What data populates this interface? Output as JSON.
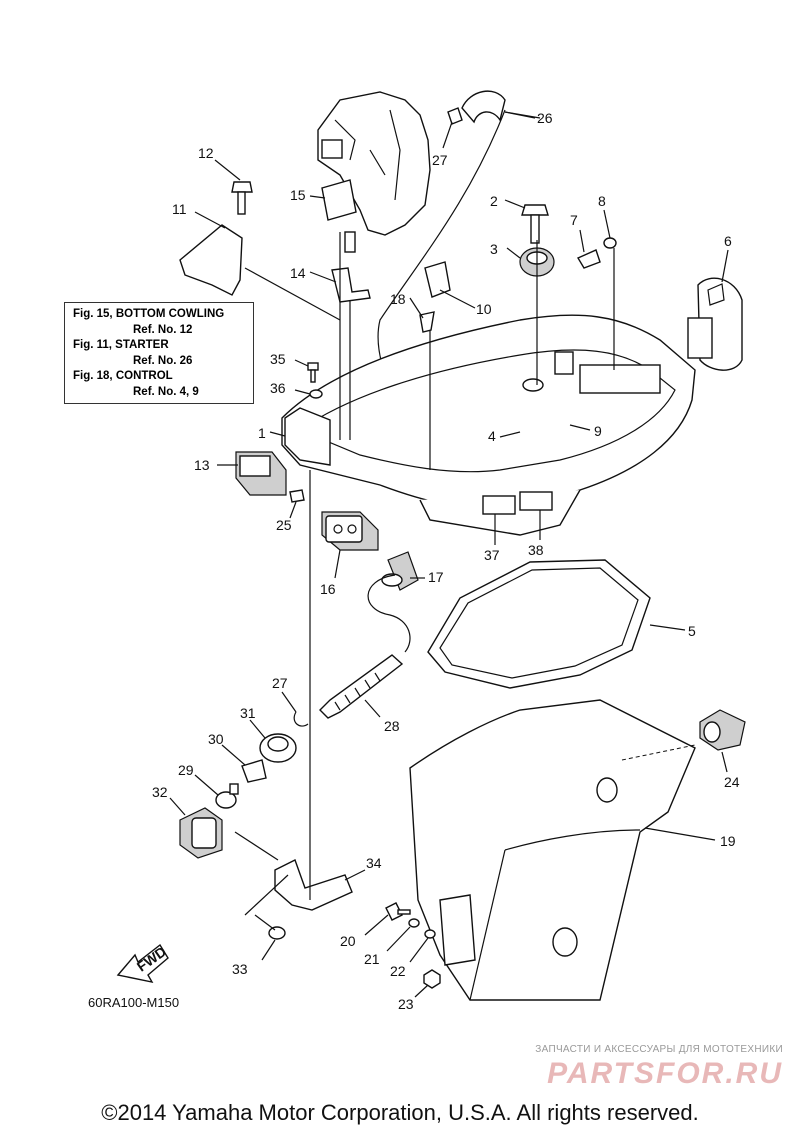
{
  "reference_box": {
    "lines": [
      {
        "title": "Fig. 15, BOTTOM COWLING",
        "ref": "Ref. No. 12"
      },
      {
        "title": "Fig. 11, STARTER",
        "ref": "Ref. No. 26"
      },
      {
        "title": "Fig. 18, CONTROL",
        "ref": "Ref. No. 4, 9"
      }
    ]
  },
  "callouts": {
    "c1": "1",
    "c2": "2",
    "c3": "3",
    "c4": "4",
    "c5": "5",
    "c6": "6",
    "c7": "7",
    "c8": "8",
    "c9": "9",
    "c10": "10",
    "c11": "11",
    "c12": "12",
    "c13": "13",
    "c14": "14",
    "c15": "15",
    "c16": "16",
    "c17": "17",
    "c18": "18",
    "c19": "19",
    "c20": "20",
    "c21": "21",
    "c22": "22",
    "c23": "23",
    "c24": "24",
    "c25": "25",
    "c26": "26",
    "c27a": "27",
    "c27b": "27",
    "c28": "28",
    "c29": "29",
    "c30": "30",
    "c31": "31",
    "c32": "32",
    "c33": "33",
    "c34": "34",
    "c35": "35",
    "c36": "36",
    "c37": "37",
    "c38": "38"
  },
  "fwd_label": "FWD",
  "model_code": "60RA100-M150",
  "watermark": {
    "tagline": "ЗАПЧАСТИ И АКСЕССУАРЫ ДЛЯ МОТОТЕХНИКИ",
    "logo": "PARTSFOR.RU"
  },
  "copyright": "©2014 Yamaha Motor Corporation, U.S.A. All rights reserved."
}
